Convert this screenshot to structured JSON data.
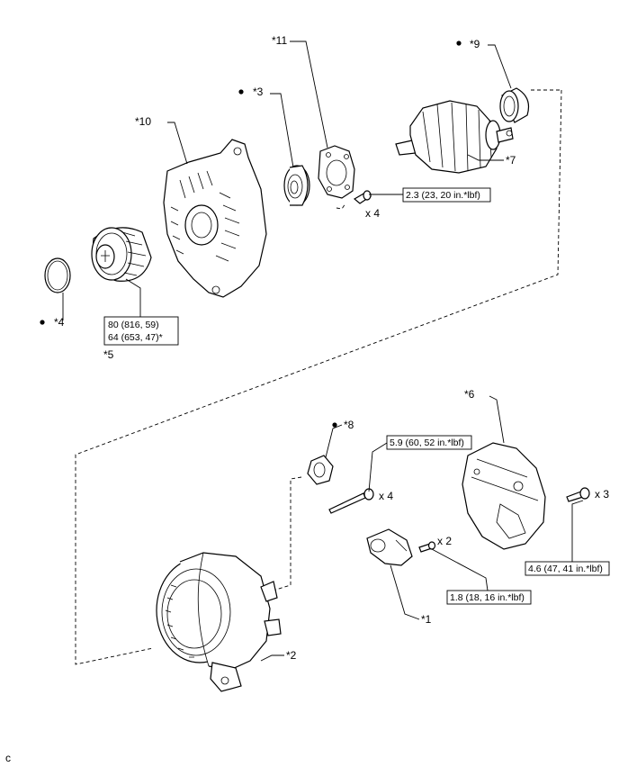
{
  "labels": {
    "p1": "*1",
    "p2": "*2",
    "p3": "*3",
    "p4": "*4",
    "p5": "*5",
    "p6": "*6",
    "p7": "*7",
    "p8": "*8",
    "p9": "*9",
    "p10": "*10",
    "p11": "*11"
  },
  "torque": {
    "t_cover_bolt": "2.3 (23, 20 in.*lbf)",
    "t_pulley_line1": "80 (816, 59)",
    "t_pulley_line2": "64 (653, 47)*",
    "t_through_bolt": "5.9 (60, 52 in.*lbf)",
    "t_holder_screw": "1.8 (18, 16 in.*lbf)",
    "t_rear_cover": "4.6 (47, 41 in.*lbf)"
  },
  "quantities": {
    "q_cover_bolt": "x 4",
    "q_through_bolt": "x 4",
    "q_holder_screw": "x 2",
    "q_rear_cover": "x 3"
  },
  "corner_code": "c"
}
